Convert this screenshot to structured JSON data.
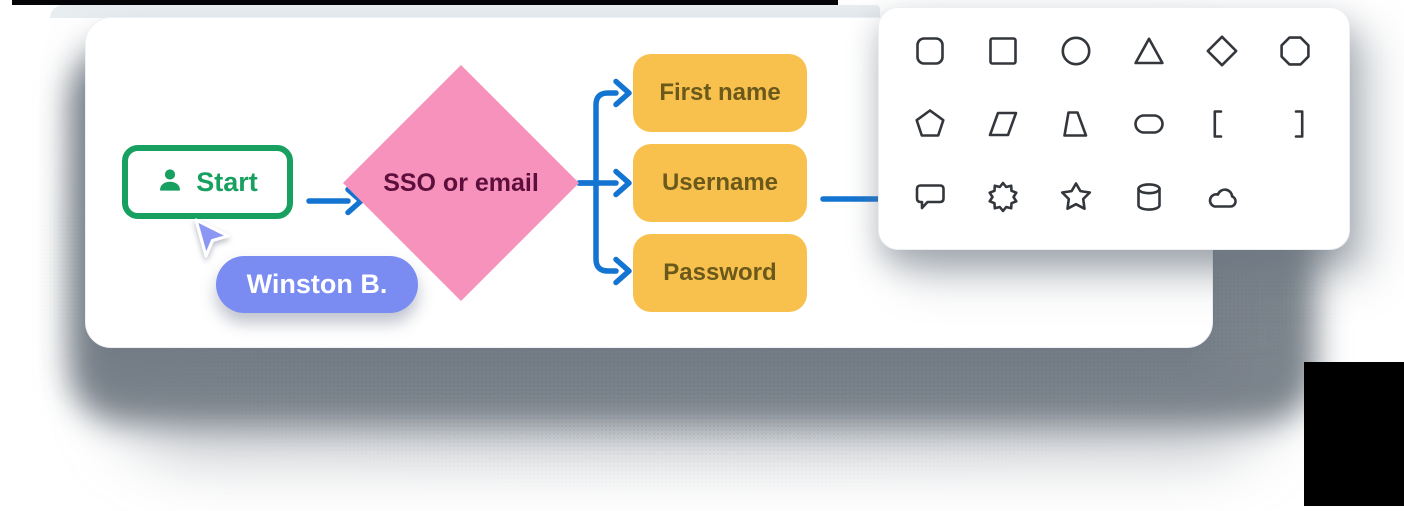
{
  "app": {
    "description": "Collaborative whiteboard flowchart with shape picker"
  },
  "flow": {
    "start": {
      "label": "Start"
    },
    "decision": {
      "label": "SSO or email"
    },
    "fields": [
      {
        "label": "First name"
      },
      {
        "label": "Username"
      },
      {
        "label": "Password"
      }
    ],
    "collaborator": {
      "name": "Winston B."
    }
  },
  "shapes_panel": {
    "shapes": [
      "rounded-square",
      "square",
      "circle",
      "triangle",
      "diamond",
      "octagon",
      "pentagon",
      "parallelogram",
      "trapezoid",
      "stadium",
      "bracket-left",
      "bracket-right",
      "speech-bubble",
      "starburst",
      "star",
      "cylinder",
      "cloud"
    ]
  },
  "colors": {
    "accent_green": "#17A05F",
    "connector_blue": "#1474D1",
    "decision_pink": "#F692BB",
    "decision_text": "#5C0F3C",
    "field_yellow": "#F8C14D",
    "field_text": "#6B591B",
    "collaborator_purple": "#7A8BF2",
    "shape_icon_stroke": "#33373C"
  }
}
